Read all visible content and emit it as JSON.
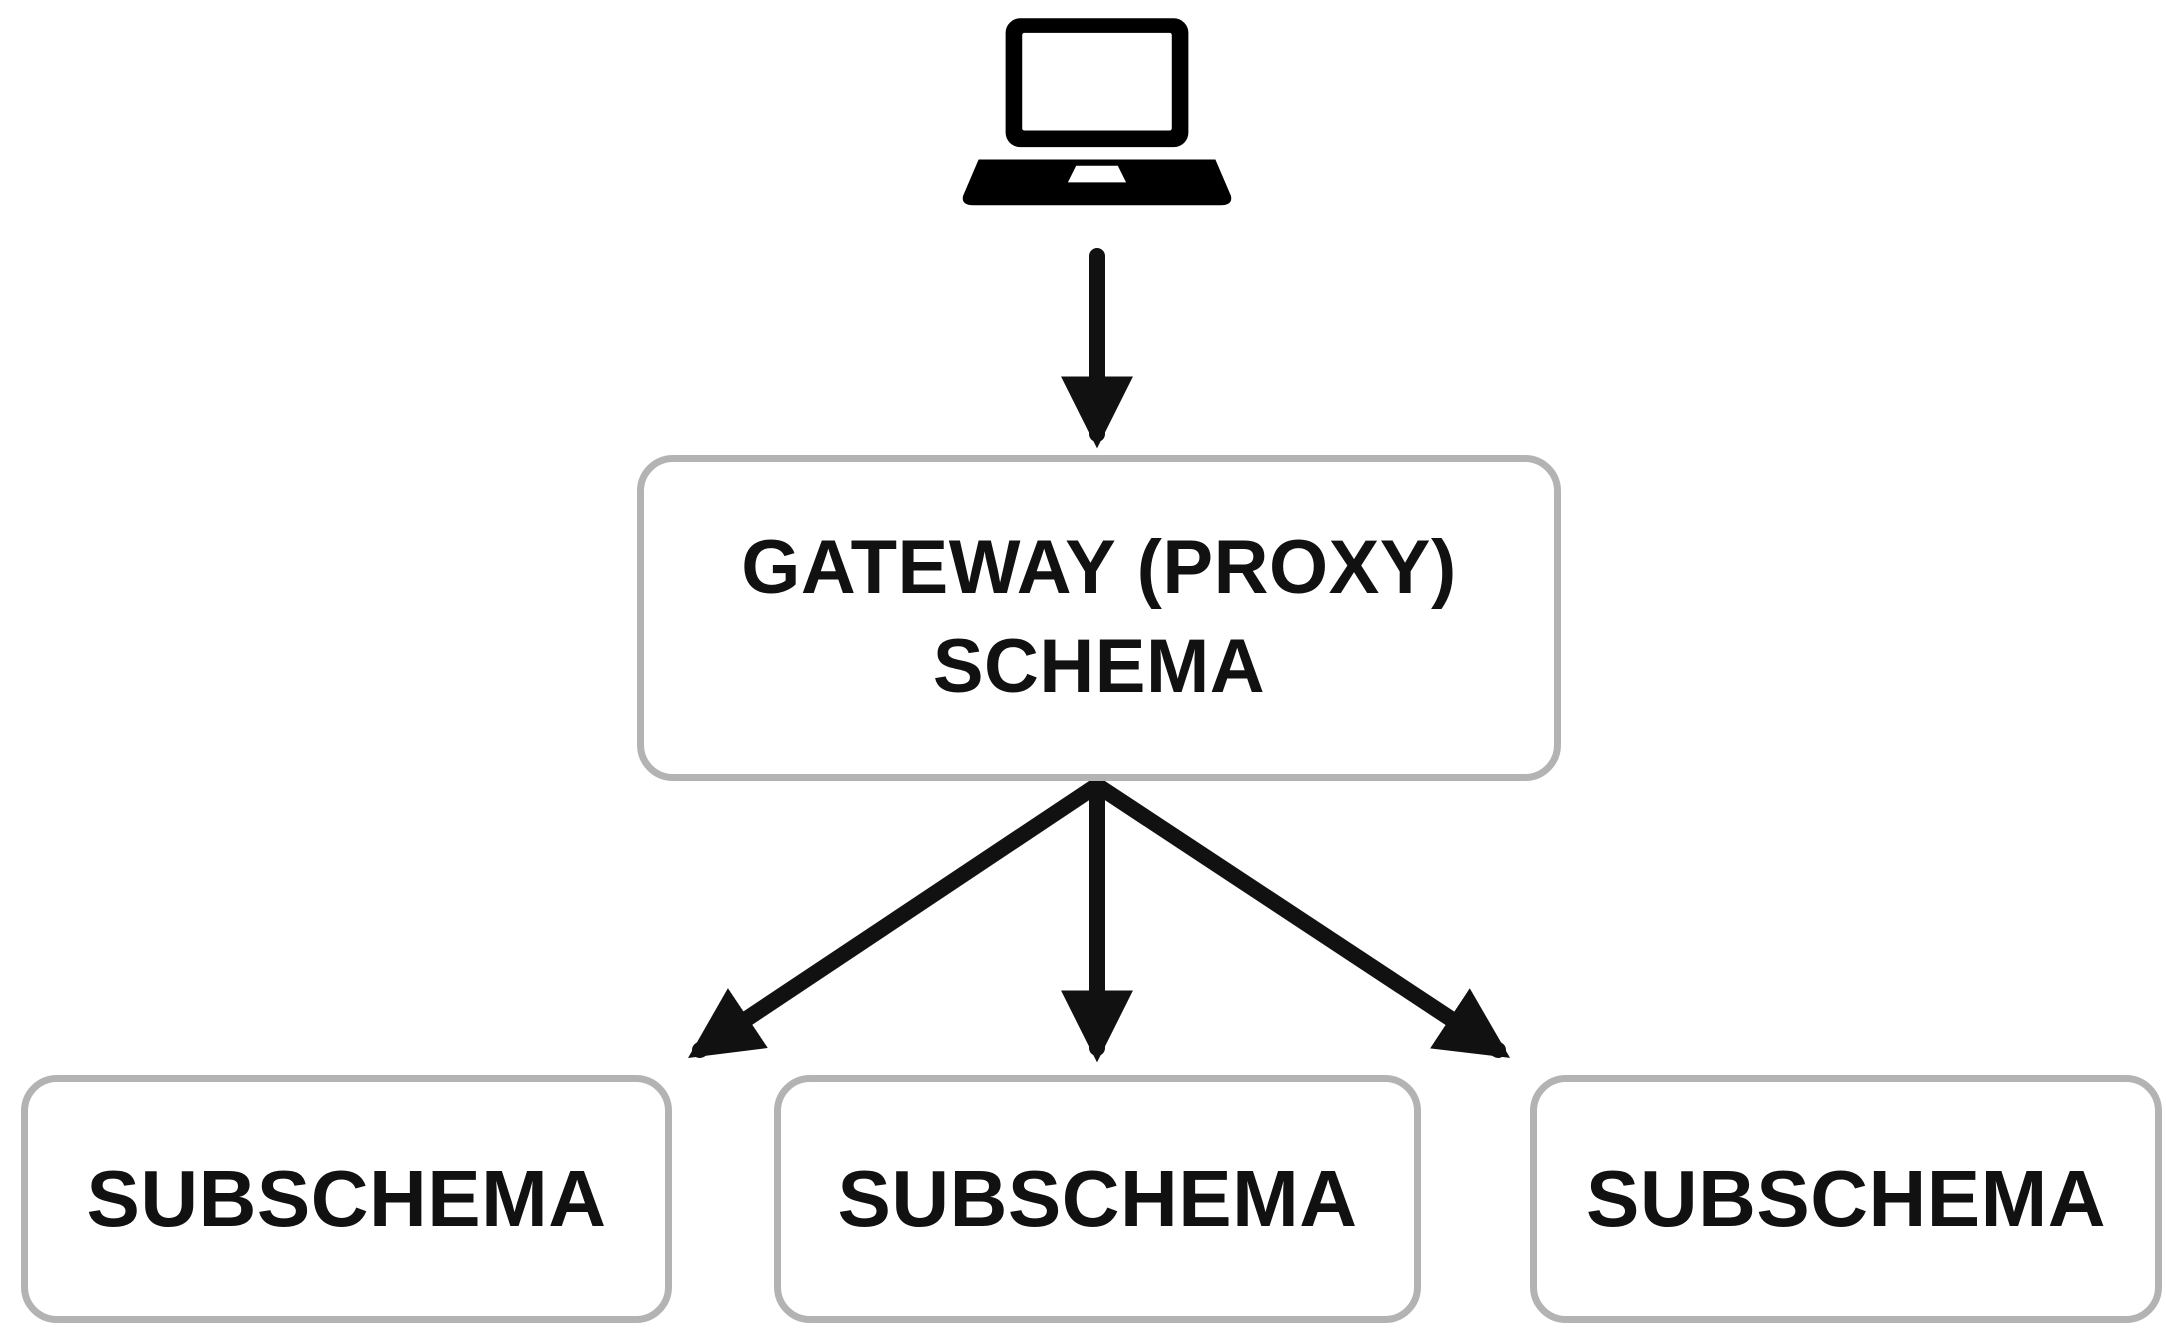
{
  "nodes": {
    "client": {
      "icon": "laptop-icon"
    },
    "gateway": {
      "lines": [
        "GATEWAY (PROXY)",
        "SCHEMA"
      ]
    },
    "subschemas": [
      {
        "label": "SUBSCHEMA"
      },
      {
        "label": "SUBSCHEMA"
      },
      {
        "label": "SUBSCHEMA"
      }
    ]
  },
  "colors": {
    "background": "#ffffff",
    "box_border": "#b3b3b3",
    "box_fill": "#ffffff",
    "arrow": "#111111",
    "text": "#111111",
    "laptop": "#000000"
  }
}
